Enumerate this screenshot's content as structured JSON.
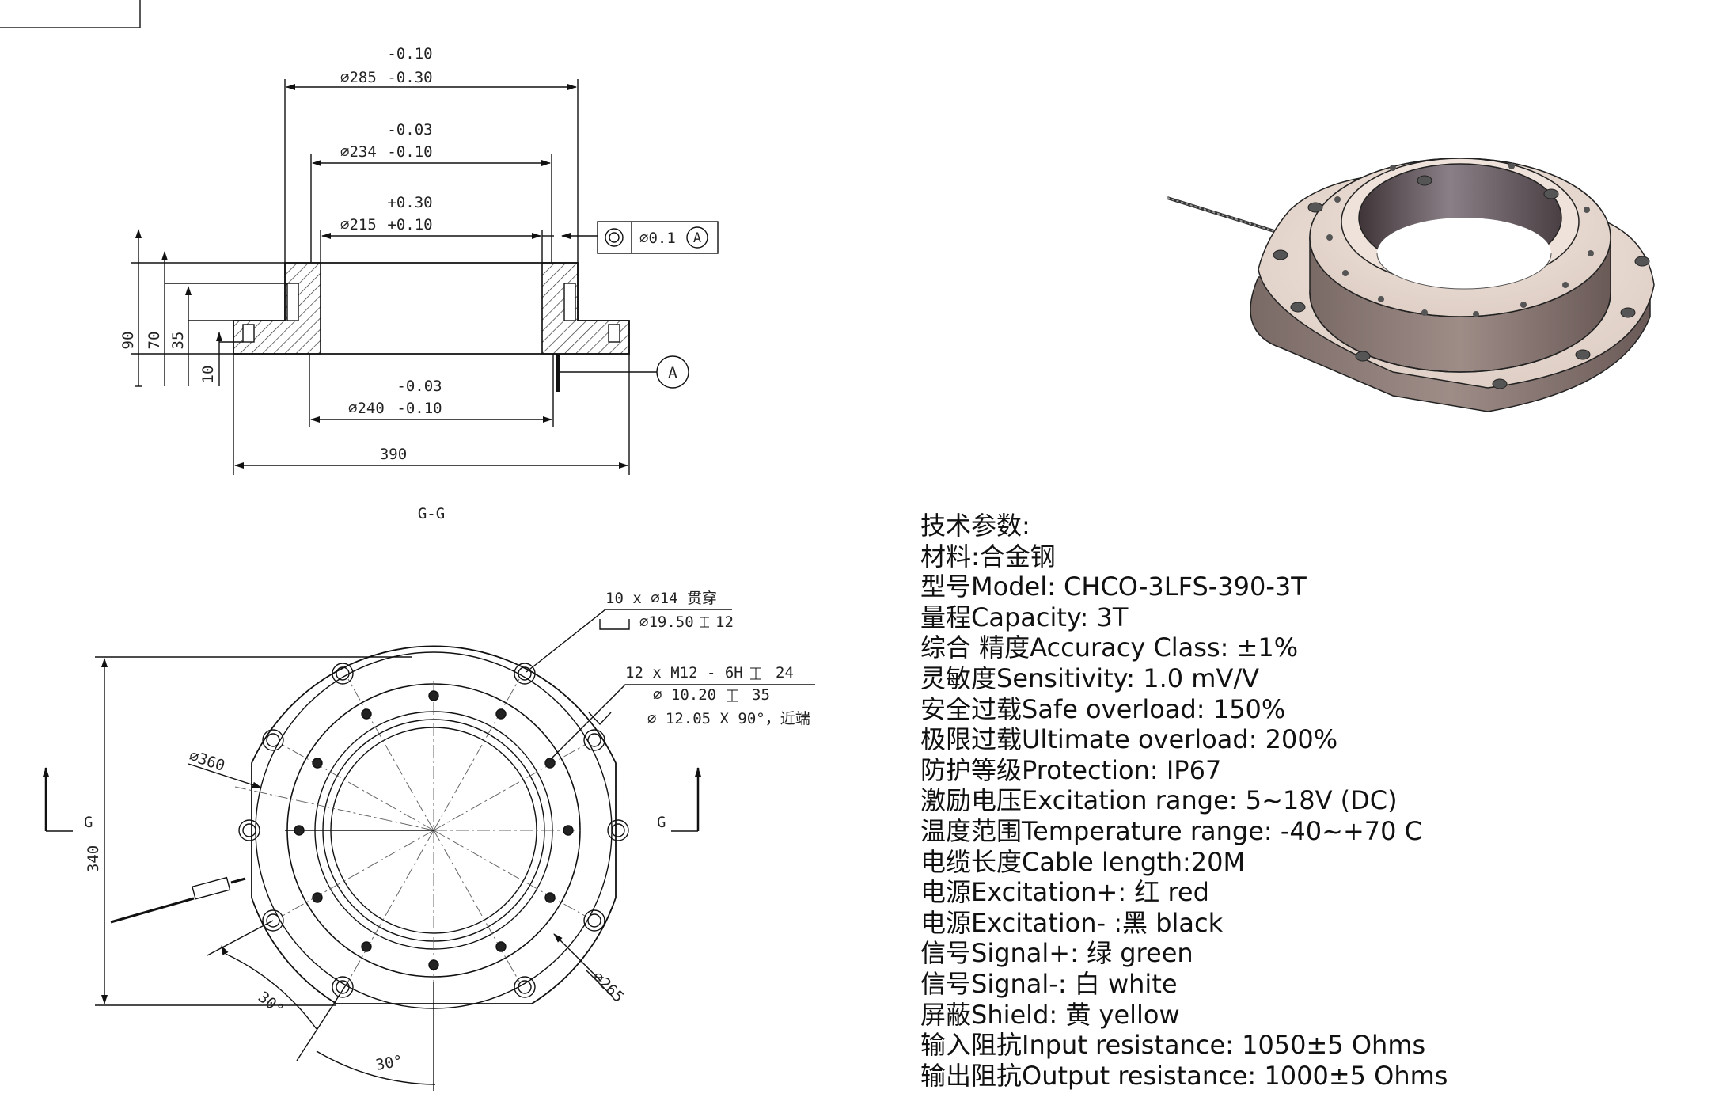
{
  "section_view": {
    "label": "G-G",
    "dims": {
      "d285": {
        "main": "∅285",
        "upper": "-0.10",
        "lower": "-0.30"
      },
      "d234": {
        "main": "∅234",
        "upper": "-0.03",
        "lower": "-0.10"
      },
      "d215": {
        "main": "∅215",
        "upper": "+0.30",
        "lower": "+0.10"
      },
      "d240": {
        "main": "∅240",
        "upper": "-0.03",
        "lower": "-0.10"
      },
      "w390": "390",
      "h90": "90",
      "h70": "70",
      "h35": "35",
      "h10": "10"
    },
    "tolerance_frame": {
      "value": "∅0.1",
      "datum": "A"
    },
    "datum_label": "A"
  },
  "top_view": {
    "section_marker": "G",
    "callout_through": "10 x ∅14 贯穿",
    "callout_cbore": "∅19.50",
    "callout_cbore_depth": "12",
    "callout_thread": "12 x  M12 - 6H",
    "callout_thread_depth": "24",
    "callout_drill": "∅ 10.20",
    "callout_drill_depth": "35",
    "callout_csk": "∅ 12.05 X 90°，近端",
    "d360": "∅360",
    "d265": "∅265",
    "h340": "340",
    "angle1": "30°",
    "angle2": "30°"
  },
  "specs": [
    "技术参数:",
    "材料:合金钢",
    "型号Model: CHCO-3LFS-390-3T",
    "量程Capacity: 3T",
    "综合 精度Accuracy Class: ±1%",
    "灵敏度Sensitivity: 1.0 mV/V",
    "安全过载Safe overload: 150%",
    "极限过载Ultimate overload: 200%",
    "防护等级Protection: IP67",
    "激励电压Excitation range: 5~18V (DC)",
    "温度范围Temperature range: -40~+70 C",
    "电缆长度Cable length:20M",
    "电源Excitation+: 红 red",
    "电源Excitation- :黑 black",
    "信号Signal+: 绿 green",
    "信号Signal-: 白 white",
    "屏蔽Shield: 黄 yellow",
    "输入阻抗Input resistance: 1050±5 Ohms",
    "输出阻抗Output resistance: 1000±5 Ohms"
  ]
}
